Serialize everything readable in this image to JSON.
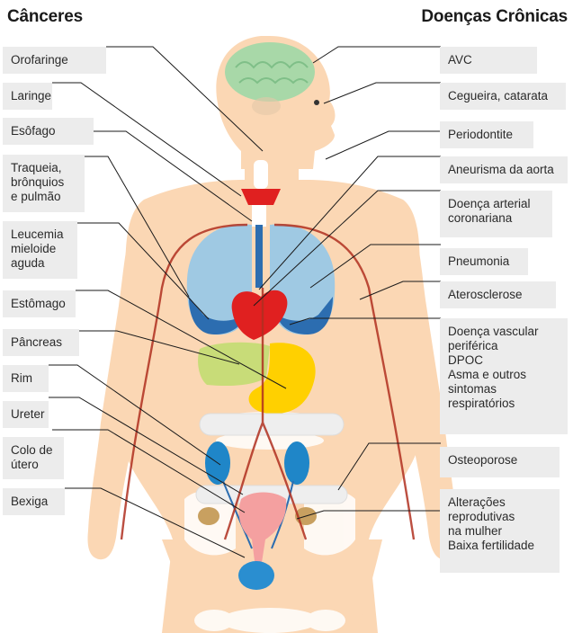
{
  "headings": {
    "cancers": "Cânceres",
    "chronic": "Doenças Crônicas"
  },
  "cancers": [
    "Orofaringe",
    "Laringe",
    "Esôfago",
    "Traqueia,\nbrônquios\ne pulmão",
    "Leucemia\nmieloide\naguda",
    "Estômago",
    "Pâncreas",
    "Rim",
    "Ureter",
    "Colo de\nútero",
    "Bexiga"
  ],
  "chronic": [
    "AVC",
    "Cegueira, catarata",
    "Periodontite",
    "Aneurisma da aorta",
    "Doença arterial\ncoronariana",
    "Pneumonia",
    "Aterosclerose",
    "Doença vascular\nperiférica\nDPOC\nAsma e outros\nsintomas\nrespiratórios",
    "Osteoporose",
    "Alterações\nreprodutivas\nna mulher\nBaixa fertilidade"
  ],
  "colors": {
    "skin": "#fbd7b4",
    "brain": "#a8d8a8",
    "lungs": "#9fc9e3",
    "heart": "#e02020",
    "stomach": "#ffd000",
    "liver": "#c8dc78",
    "kidneys": "#1f86c8",
    "vessels": "#b03020",
    "label_bg": "#ececec"
  }
}
